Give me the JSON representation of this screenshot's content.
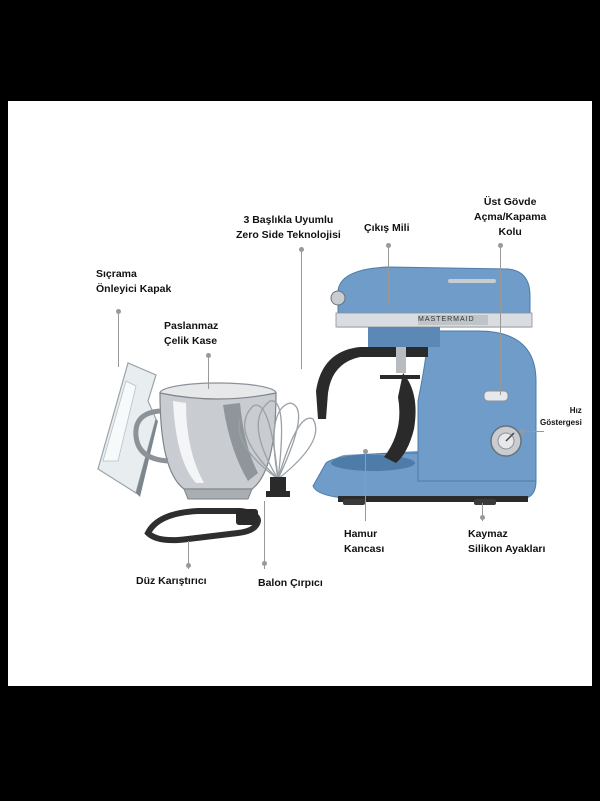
{
  "brand": "MASTERMAID",
  "labels": {
    "zero_side": [
      "3 Başlıkla Uyumlu",
      "Zero Side Teknolojisi"
    ],
    "output_shaft": [
      "Çıkış Mili"
    ],
    "upper_body": [
      "Üst Gövde",
      "Açma/Kapama",
      "Kolu"
    ],
    "splash_guard": [
      "Sıçrama",
      "Önleyici Kapak"
    ],
    "steel_bowl": [
      "Paslanmaz",
      "Çelik Kase"
    ],
    "speed_indicator": [
      "Hız",
      "Göstergesi"
    ],
    "dough_hook": [
      "Hamur",
      "Kancası"
    ],
    "suction_feet": [
      "Kaymaz",
      "Silikon Ayakları"
    ],
    "flat_beater": [
      "Düz Karıştırıcı"
    ],
    "whisk": [
      "Balon Çırpıcı"
    ]
  },
  "colors": {
    "body_blue": "#6f9cc9",
    "body_blue_dark": "#4e7ca9",
    "steel": "#c9ccd0",
    "black_part": "#2a2a2a",
    "page_bg": "#000000",
    "panel_bg": "#ffffff"
  }
}
